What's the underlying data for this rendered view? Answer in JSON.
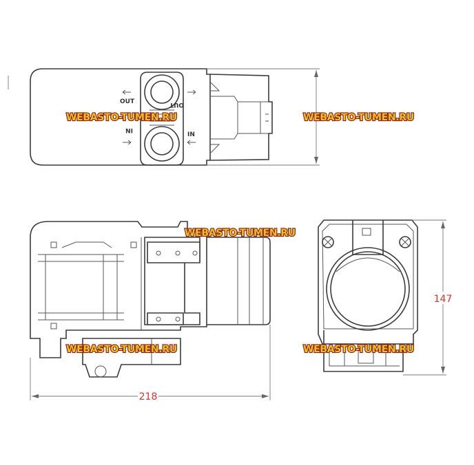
{
  "ports": {
    "out": "OUT",
    "in": "IN"
  },
  "dimensions": {
    "width": "218",
    "height": "147"
  },
  "watermark": "WEBASTO-TUMEN.RU",
  "colors": {
    "dimension_text": "#e0302a",
    "watermark_fill": "#f0c020",
    "watermark_stroke": "#8a1a10",
    "outline": "#3a3a3a"
  }
}
